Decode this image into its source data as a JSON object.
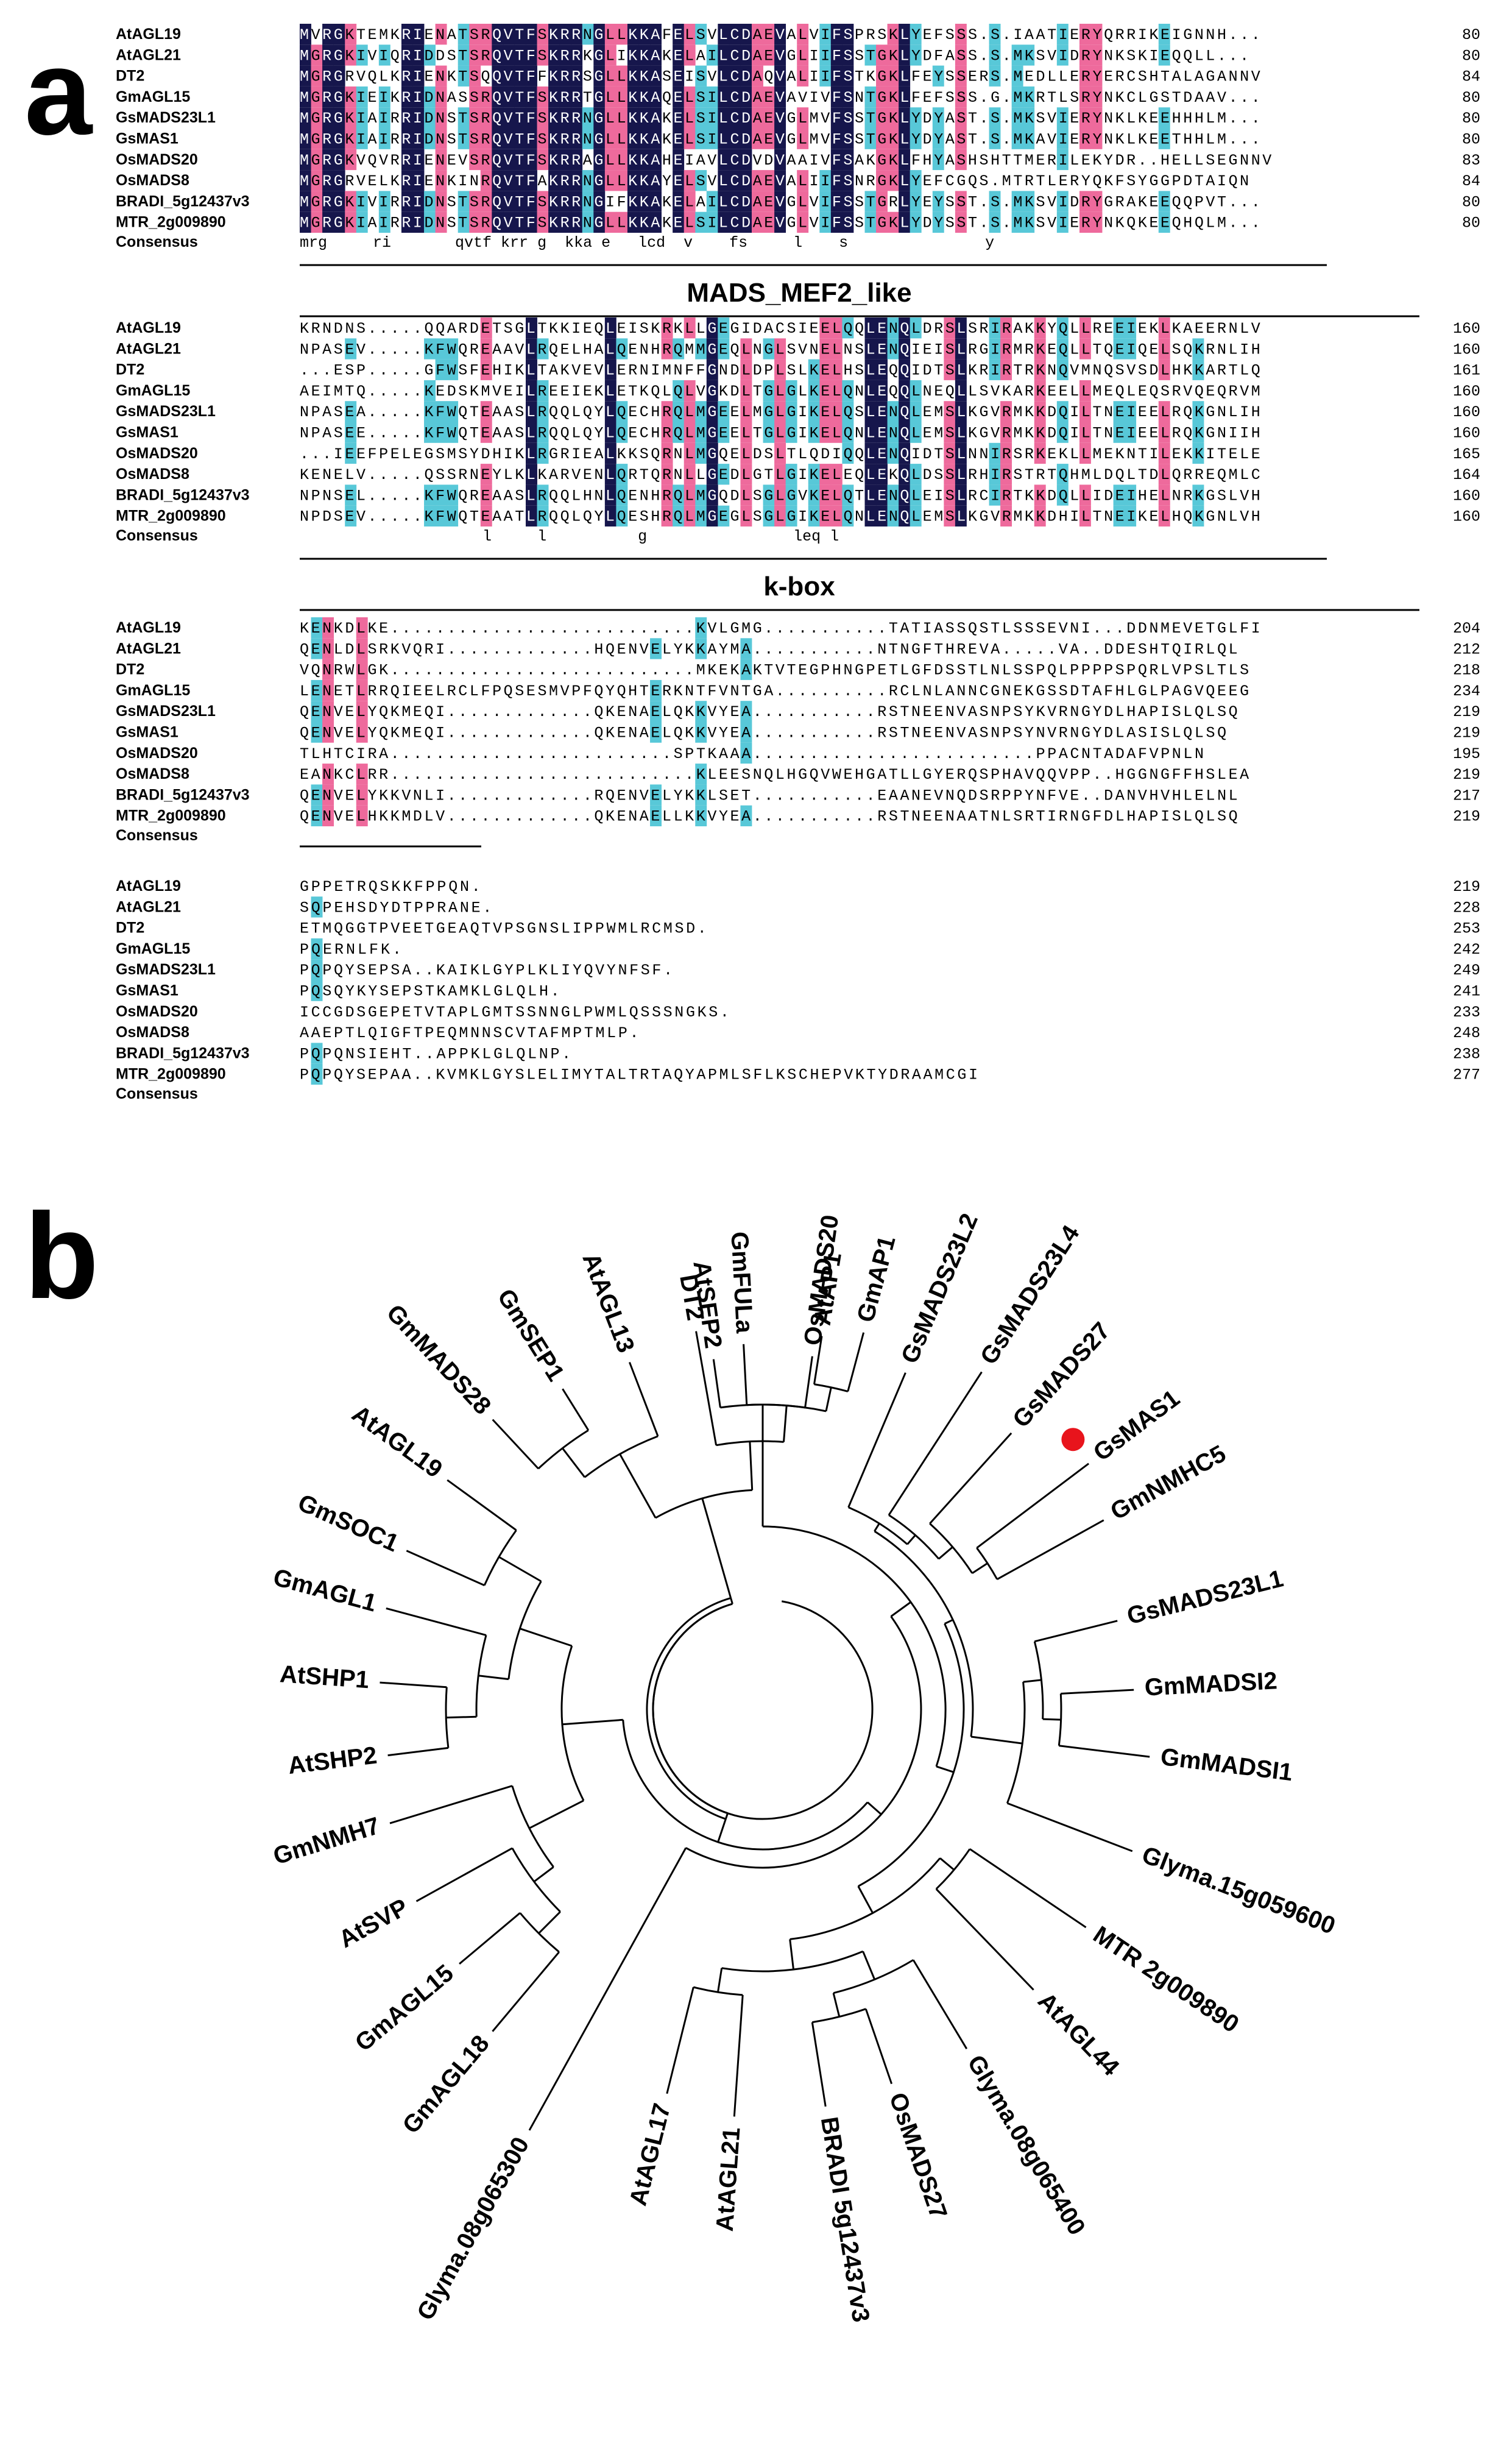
{
  "panel_a": {
    "label": "a",
    "colors": {
      "identical": "#16164c",
      "high": "#ee6a9c",
      "medium": "#58c8d8",
      "dark_text": "#ffffff"
    },
    "blocks": [
      {
        "rows": [
          {
            "name": "AtAGL19",
            "seq": "MVRGKTEMKRIENATSRQVTFSKRRNGLLKKAFELSVLCDAEVALVIFSPRSKLYEFSSS.S.IAATIERYQRRIKEIGNNH...",
            "end": "80"
          },
          {
            "name": "AtAGL21",
            "seq": "MGRGKIVIQRIDDSTSRQVTFSKRRKGLIKKAKELAILCDAEVGLIIFSSTGKLYDFASS.S.MKSVIDRYNKSKIEQQLL...",
            "end": "80"
          },
          {
            "name": "DT2",
            "seq": "MGRGRVQLKRIENKTSQQVTFFKRRSGLLKKASEISVLCDAQVALIIFSTKGKLFEYSSERS.MEDLLERYERCSHTALAGANNV",
            "end": "84"
          },
          {
            "name": "GmAGL15",
            "seq": "MGRGKIEIKRIDNASSRQVTFSKRRTGLLKKAQELSILCDAEVAVIVFSNTGKLFEFSSS.G.MKRTLSRYNKCLGSTDAAV...",
            "end": "80"
          },
          {
            "name": "GsMADS23L1",
            "seq": "MGRGKIAIRRIDNSTSRQVTFSKRRNGLLKKAKELSILCDAEVGLMVFSSTGKLYDYAST.S.MKSVIERYNKLKEEHHHLM...",
            "end": "80"
          },
          {
            "name": "GsMAS1",
            "seq": "MGRGKIAIRRIDNSTSRQVTFSKRRNGLLKKAKELSILCDAEVGLMVFSSTGKLYDYAST.S.MKAVIERYNKLKEETHHLM...",
            "end": "80"
          },
          {
            "name": "OsMADS20",
            "seq": "MGRGKVQVRRIENEVSRQVTFSKRRAGLLKKAHEIAVLCDVDVAAIVFSAKGKLFHYASHSHTTMERILEKYDR..HELLSEGNNV",
            "end": "83"
          },
          {
            "name": "OsMADS8",
            "seq": "MGRGRVELKRIENKINRQVTFAKRRNGLLKKAYELSVLCDAEVALIIFSNRGKLYEFCGQS.MTRTLERYQKFSYGGPDTAIQN",
            "end": "84"
          },
          {
            "name": "BRADI_5g12437v3",
            "seq": "MGRGKIVIRRIDNSTSRQVTFSKRRNGIFKKAKELAILCDAEVGLVIFSSTGRLYEYSST.S.MKSVIDRYGRAKEEQQPVT...",
            "end": "80"
          },
          {
            "name": "MTR_2g009890",
            "seq": "MGRGKIAIRRIDNSTSRQVTFSKRRNGLLKKAKELSILCDAEVGLVIFSSTGKLYDYSST.S.MKSVIERYNKQKEEQHQLM...",
            "end": "80"
          }
        ],
        "consensus": "mrg     ri       qvtf krr g  kka e   lcd  v    fs     l    s               y",
        "domain": "MADS_MEF2_like"
      },
      {
        "rows": [
          {
            "name": "AtAGL19",
            "seq": "KRNDNS.....QQARDETSGLTKKIEQLEISKRKLLGEGIDACSIEELQQLENQLDRSLSRIRAKKYQLLREEIEKLKAEERNLV",
            "end": "160"
          },
          {
            "name": "AtAGL21",
            "seq": "NPASEV.....KFWQREAAVLRQELHALQENHRQMMGEQLNGLSVNELNSLENQIEISLRGIRMRKEQLLTQEIQELSQKRNLIH",
            "end": "160"
          },
          {
            "name": "DT2",
            "seq": "...ESP.....GFWSFEHIKLTAKVEVLERNIMNFFGNDLDPLSLKELHSLEQQIDTSLKRIRTRKNQVMNQSVSDLHKKARTLQ",
            "end": "161"
          },
          {
            "name": "GmAGL15",
            "seq": "AEIMTQ.....KEDSKMVEILREEIEKLETKQLQLVGKDLTGLGLKELQNLEQQLNEQLLSVKARKEELLMEQLEQSRVQEQRVM",
            "end": "160"
          },
          {
            "name": "GsMADS23L1",
            "seq": "NPASEA.....KFWQTEAASLRQQLQYLQECHRQLMGEELMGLGIKELQSLENQLEMSLKGVRMKKDQILTNEIEELRQKGNLIH",
            "end": "160"
          },
          {
            "name": "GsMAS1",
            "seq": "NPASEE.....KFWQTEAASLRQQLQYLQECHRQLMGEELTGLGIKELQNLENQLEMSLKGVRMKKDQILTNEIEELRQKGNIIH",
            "end": "160"
          },
          {
            "name": "OsMADS20",
            "seq": "...IEEFPELEGSMSYDHIKLRGRIEALKKSQRNLMGQELDSLTLQDIQQLENQIDTSLNNIRSRKEKLLMEKNTILEKKITELE",
            "end": "165"
          },
          {
            "name": "OsMADS8",
            "seq": "KENELV.....QSSRNEYLKLKARVENLQRTQRNLLGEDLGTLGIKELEQLEKQLDSSLRHIRSTRTQHMLDQLTDLQRREQMLC",
            "end": "164"
          },
          {
            "name": "BRADI_5g12437v3",
            "seq": "NPNSEL.....KFWQREAASLRQQLHNLQENHRQLMGQDLSGLGVKELQTLENQLEISLRCIRTKKDQLLIDEIHELNRKGSLVH",
            "end": "160"
          },
          {
            "name": "MTR_2g009890",
            "seq": "NPDSEV.....KFWQTEAATLRQQLQYLQESHRQLMGEGLSGLGIKELQNLENQLEMSLKGVRMKKDHILTNEIKELHQKGNLVH",
            "end": "160"
          }
        ],
        "consensus": "                    l     l          g                leq l",
        "domain": "k-box"
      },
      {
        "rows": [
          {
            "name": "AtAGL19",
            "seq": "KENKDLKE...........................KVLGMG...........TATIASSQSTLSSSEVNI...DDNMEVETGLFI",
            "end": "204"
          },
          {
            "name": "AtAGL21",
            "seq": "QENLDLSRKVQRI.............HQENVELYKKAYMA...........NTNGFTHREVA.....VA..DDESHTQIRLQL",
            "end": "212"
          },
          {
            "name": "DT2",
            "seq": "VQNRWLGK...........................MKEKAKTVTEGPHNGPETLGFDSSTLNLSSPQLPPPPSPQRLVPSLTLS",
            "end": "218"
          },
          {
            "name": "GmAGL15",
            "seq": "LENETLRRQIEELRCLFPQSESMVPFQYQHTERKNTFVNTGA..........RCLNLANNCGNEKGSSDTAFHLGLPAGVQEEG",
            "end": "234"
          },
          {
            "name": "GsMADS23L1",
            "seq": "QENVELYQKMEQI.............QKENAELQKKVYEA...........RSTNEENVASNPSYKVRNGYDLHAPISLQLSQ",
            "end": "219"
          },
          {
            "name": "GsMAS1",
            "seq": "QENVELYQKMEQI.............QKENAELQKKVYEA...........RSTNEENVASNPSYNVRNGYDLASISLQLSQ",
            "end": "219"
          },
          {
            "name": "OsMADS20",
            "seq": "TLHTCIRA.........................SPTKAAA.........................PPACNTADAFVPNLN",
            "end": "195"
          },
          {
            "name": "OsMADS8",
            "seq": "EANKCLRR...........................KLEESNQLHGQVWEHGATLLGYERQSPHAVQQVPP..HGGNGFFHSLEA",
            "end": "219"
          },
          {
            "name": "BRADI_5g12437v3",
            "seq": "QENVELYKKVNLI.............RQENVELYKKLSET...........EAANEVNQDSRPPYNFVE..DANVHVHLELNL",
            "end": "217"
          },
          {
            "name": "MTR_2g009890",
            "seq": "QENVELHKKMDLV.............QKENAELLKKVYEA...........RSTNEENAATNLSRTIRNGFDLHAPISLQLSQ",
            "end": "219"
          }
        ],
        "consensus": "",
        "domain": ""
      },
      {
        "rows": [
          {
            "name": "AtAGL19",
            "seq": "GPPETRQSKKFPPQN.",
            "end": "219"
          },
          {
            "name": "AtAGL21",
            "seq": "SQPEHSDYDTPPRANE.",
            "end": "228"
          },
          {
            "name": "DT2",
            "seq": "ETMQGGTPVEETGEAQTVPSGNSLIPPWMLRCMSD.",
            "end": "253"
          },
          {
            "name": "GmAGL15",
            "seq": "PQERNLFK.",
            "end": "242"
          },
          {
            "name": "GsMADS23L1",
            "seq": "PQPQYSEPSA..KAIKLGYPLKLIYQVYNFSF.",
            "end": "249"
          },
          {
            "name": "GsMAS1",
            "seq": "PQSQYKYSEPSTKAMKLGLQLH.",
            "end": "241"
          },
          {
            "name": "OsMADS20",
            "seq": "ICCGDSGEPETVTAPLGMTSSNNGLPWMLQSSSNGKS.",
            "end": "233"
          },
          {
            "name": "OsMADS8",
            "seq": "AAEPTLQIGFTPEQMNNSCVTAFMPTMLP.",
            "end": "248"
          },
          {
            "name": "BRADI_5g12437v3",
            "seq": "PQPQNSIEHT..APPKLGLQLNP.",
            "end": "238"
          },
          {
            "name": "MTR_2g009890",
            "seq": "PQPQYSEPAA..KVMKLGYSLELIMYTALTRTAQYAPMLSFLKSCHEPVKTYDRAAMCGI",
            "end": "277"
          }
        ],
        "consensus": "",
        "domain": ""
      }
    ],
    "consensus_label": "Consensus"
  },
  "panel_b": {
    "label": "b",
    "marker_color": "#e8141c",
    "highlighted": "GsMAS1",
    "leaves": [
      "AtSEP2",
      "OsMADS20",
      "GsMADS23L2",
      "GsMADS23L4",
      "GsMADS27",
      "GsMAS1",
      "GmNMHC5",
      "GsMADS23L1",
      "GmMADSI2",
      "GmMADSI1",
      "Glyma.15g059600",
      "MTR 2g009890",
      "AtAGL44",
      "Glyma.08g065400",
      "OsMADS27",
      "BRADI 5g12437v3",
      "AtAGL21",
      "AtAGL17",
      "Glyma.08g065300",
      "GmAGL18",
      "GmAGL15",
      "AtSVP",
      "GmNMH7",
      "AtSHP2",
      "AtSHP1",
      "GmAGL1",
      "GmSOC1",
      "AtAGL19",
      "GmMADS28",
      "GmSEP1",
      "AtAGL13",
      "DT2",
      "GmFULa",
      "AtAP1",
      "GmAP1"
    ]
  }
}
